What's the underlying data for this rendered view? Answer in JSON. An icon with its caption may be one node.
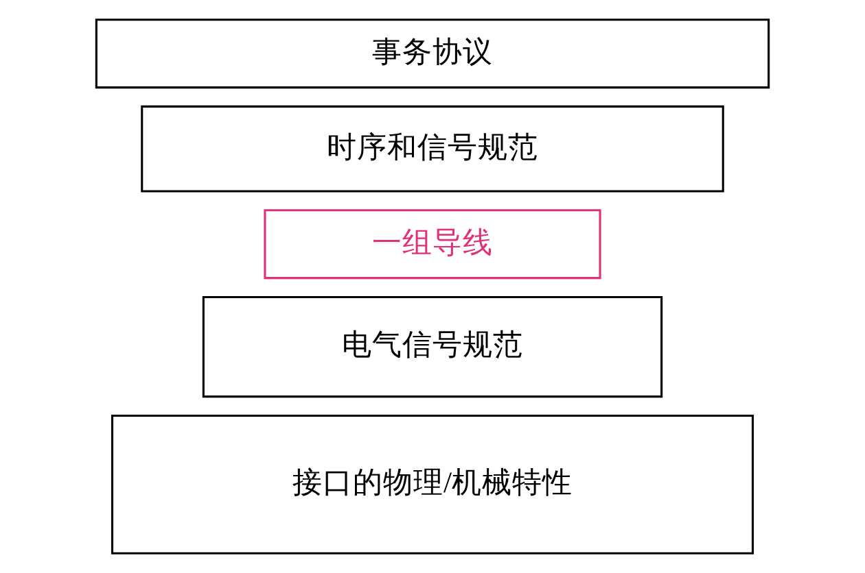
{
  "diagram": {
    "nodes": [
      {
        "text": [
          "事务协议"
        ]
      },
      {
        "text": [
          "时序和信号规范"
        ]
      },
      {
        "text": [
          "一组导线"
        ]
      },
      {
        "text": [
          "电气信号规范"
        ]
      },
      {
        "text": [
          "接口的物理/机械特性"
        ]
      }
    ]
  }
}
